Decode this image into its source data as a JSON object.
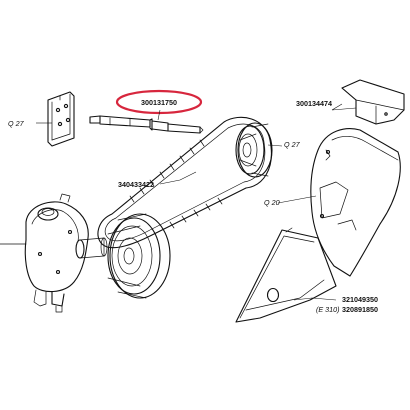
{
  "diagram": {
    "accent_color": "#d7263d",
    "highlighted_part": "300131750",
    "part_numbers": {
      "shaft": "300131750",
      "cover_plate": "300134474",
      "v_belt": "340433422",
      "guard_a": "321049350",
      "guard_b": "320891850"
    },
    "references": {
      "q27_left": "Q 27",
      "q27_right": "Q 27",
      "q20": "Q 20",
      "e310": "(E 310)"
    }
  }
}
